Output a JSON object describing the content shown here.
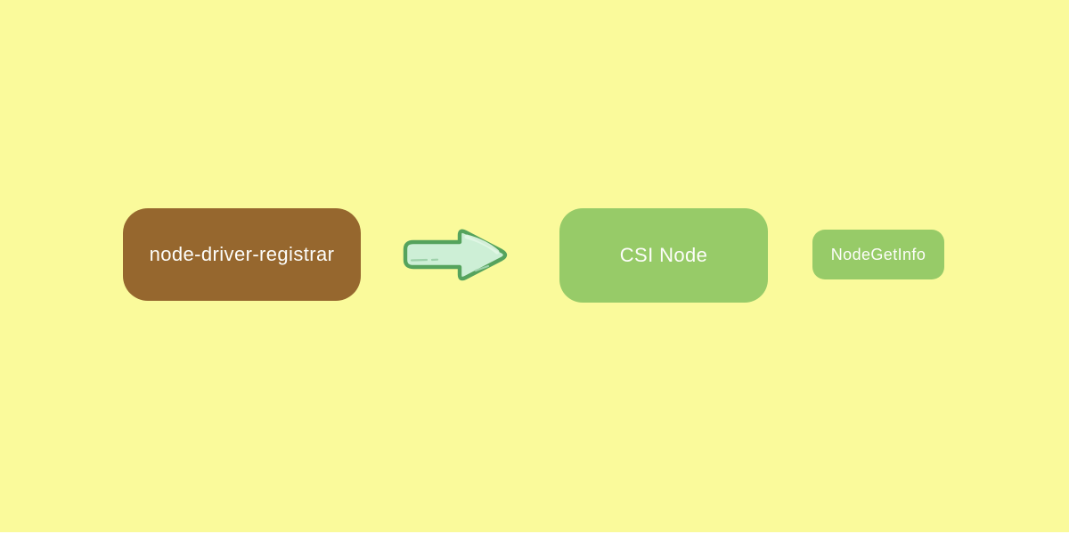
{
  "canvas": {
    "background_color": "#FAFA9B",
    "bottom_edge_color": "#FFFFFF"
  },
  "diagram": {
    "nodes": [
      {
        "id": "node-driver-registrar",
        "label": "node-driver-registrar",
        "shape": "rounded-rectangle",
        "fill": "#96672E",
        "text_color": "#FDFDFA"
      },
      {
        "id": "csi-node",
        "label": "CSI Node",
        "shape": "rounded-rectangle",
        "fill": "#97CB68",
        "text_color": "#FDFDFA"
      },
      {
        "id": "node-get-info",
        "label": "NodeGetInfo",
        "shape": "rounded-rectangle",
        "fill": "#97CB68",
        "text_color": "#FDFDFA"
      }
    ],
    "arrow": {
      "name": "right-arrow",
      "style": "cartoon",
      "direction": "right",
      "from": "node-driver-registrar",
      "to": "csi-node",
      "fill": "#CDEFD6",
      "stroke": "#55A35D",
      "shine_color": "#E1F6E6",
      "dash_color": "#9ED2AB"
    }
  }
}
